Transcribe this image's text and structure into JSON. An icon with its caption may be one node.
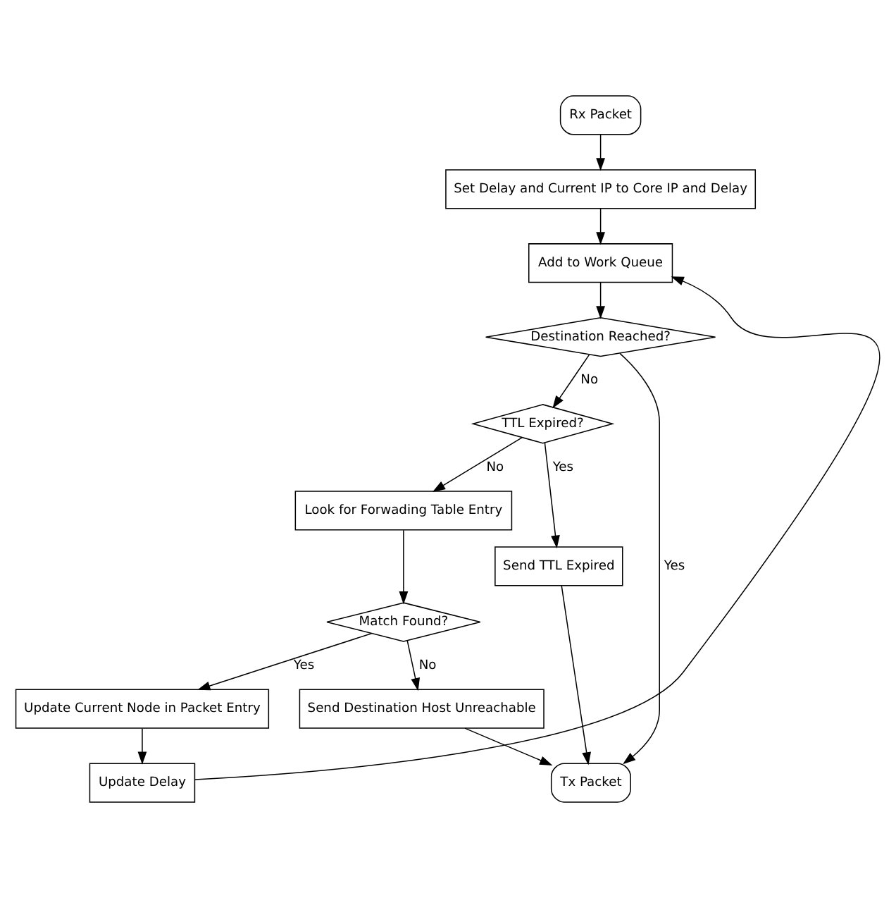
{
  "diagram": {
    "nodes": [
      {
        "text": [
          "Rx Packet"
        ]
      },
      {
        "text": [
          "Set Delay and Current IP to Core IP and Delay"
        ]
      },
      {
        "text": [
          "Add to Work Queue"
        ]
      },
      {
        "text": [
          "Destination Reached?"
        ]
      },
      {
        "text": [
          "TTL Expired?"
        ]
      },
      {
        "text": [
          "Look for Forwading Table Entry"
        ]
      },
      {
        "text": [
          "Match Found?"
        ]
      },
      {
        "text": [
          "Update Current Node in Packet Entry"
        ]
      },
      {
        "text": [
          "Update Delay"
        ]
      },
      {
        "text": [
          "Send Destination Host Unreachable"
        ]
      },
      {
        "text": [
          "Send TTL Expired"
        ]
      },
      {
        "text": [
          "Tx Packet"
        ]
      }
    ],
    "edges": [
      {
        "from": 0,
        "to": 1,
        "arrow": "to"
      },
      {
        "from": 1,
        "to": 2,
        "arrow": "to"
      },
      {
        "from": 2,
        "to": 3,
        "arrow": "to"
      },
      {
        "from": 3,
        "to": 4,
        "arrow": "to",
        "label": "No"
      },
      {
        "from": 3,
        "to": 11,
        "arrow": "to",
        "label": "Yes"
      },
      {
        "from": 4,
        "to": 5,
        "arrow": "to",
        "label": "No"
      },
      {
        "from": 4,
        "to": 10,
        "arrow": "to",
        "label": "Yes"
      },
      {
        "from": 5,
        "to": 6,
        "arrow": "to"
      },
      {
        "from": 6,
        "to": 7,
        "arrow": "to",
        "label": "Yes"
      },
      {
        "from": 6,
        "to": 9,
        "arrow": "to",
        "label": "No"
      },
      {
        "from": 7,
        "to": 8,
        "arrow": "to"
      },
      {
        "from": 8,
        "to": 2,
        "arrow": "to"
      },
      {
        "from": 9,
        "to": 11,
        "arrow": "to"
      },
      {
        "from": 10,
        "to": 11,
        "arrow": "to"
      }
    ]
  }
}
